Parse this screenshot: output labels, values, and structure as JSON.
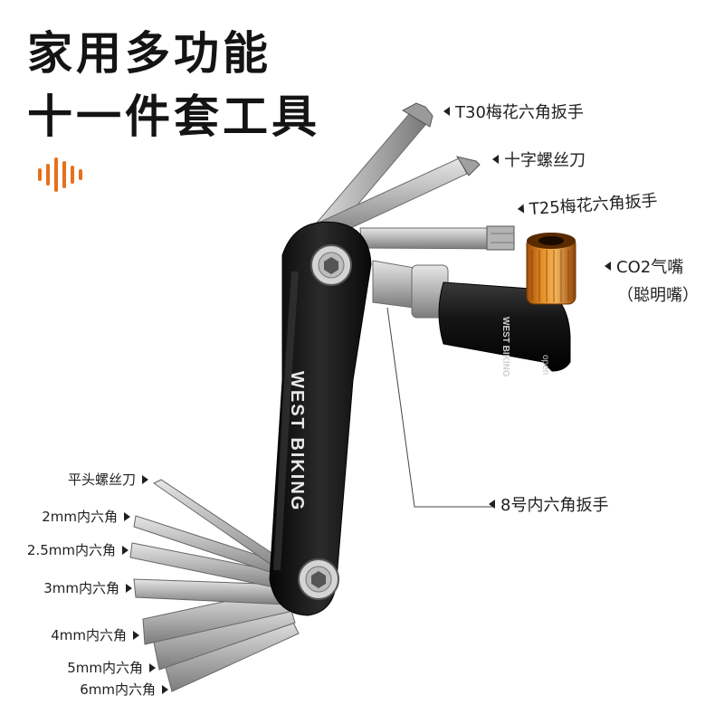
{
  "heading": {
    "line1": "家用多功能",
    "line2": "十一件套工具"
  },
  "brand": {
    "logo_text": "WEST BIKING",
    "nozzle_text": "WEST BIKING",
    "open_text": "open"
  },
  "accent_color": "#e8701a",
  "labels_right": {
    "t30": "T30梅花六角扳手",
    "phillips": "十字螺丝刀",
    "t25": "T25梅花六角扳手",
    "co2_line1": "CO2气嘴",
    "co2_line2": "（聪明嘴）",
    "hex8": "8号内六角扳手"
  },
  "labels_left": [
    "平头螺丝刀",
    "2mm内六角",
    "2.5mm内六角",
    "3mm内六角",
    "4mm内六角",
    "5mm内六角",
    "6mm内六角"
  ]
}
